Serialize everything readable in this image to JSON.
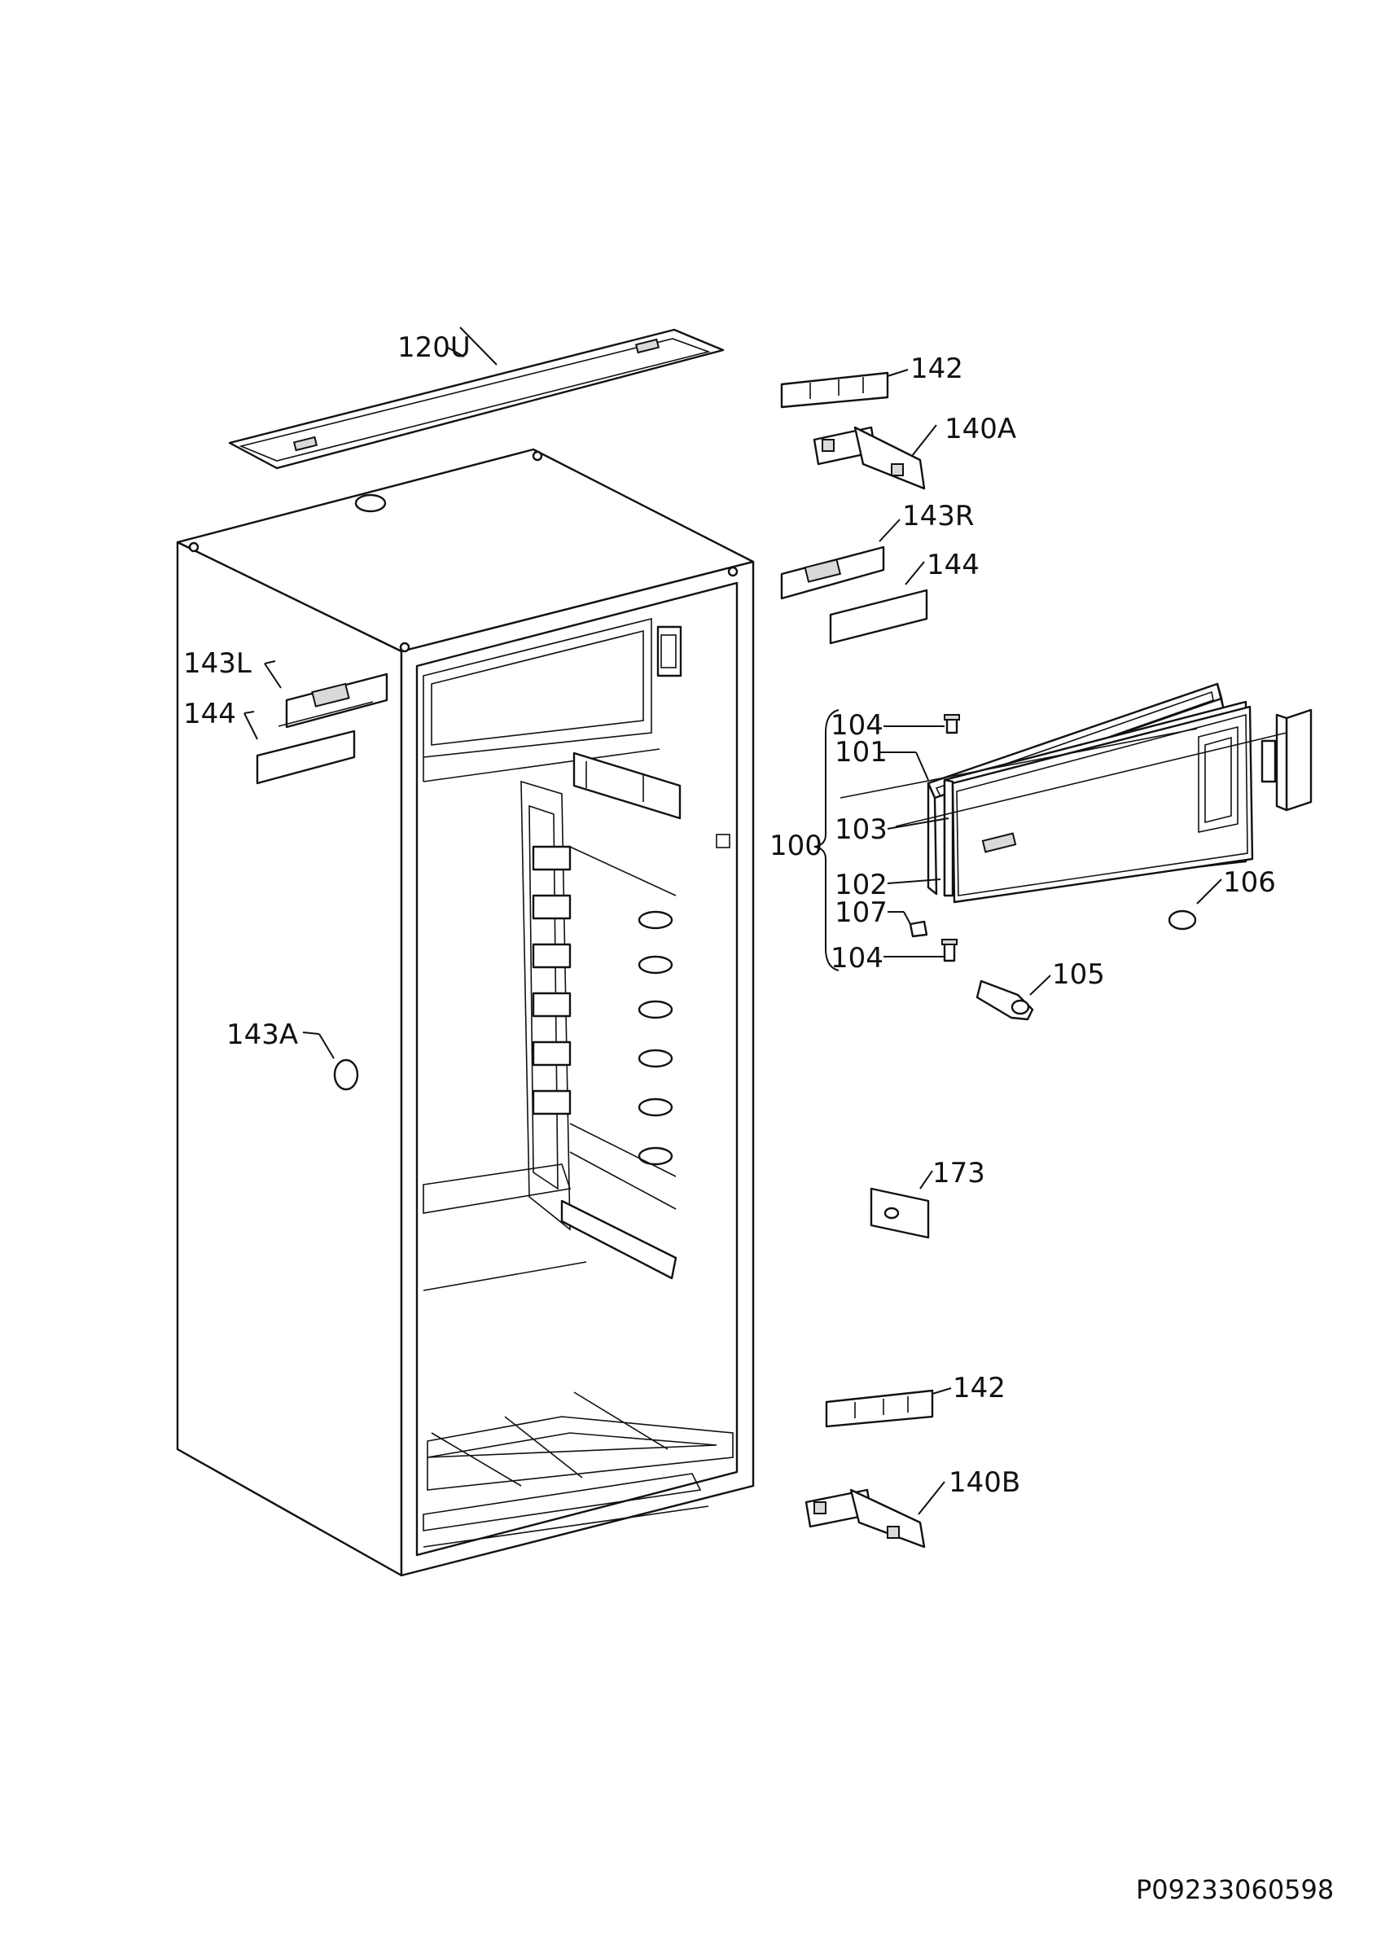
{
  "colors": {
    "ink": "#111111",
    "background": "#ffffff"
  },
  "labels": {
    "l120U": "120U",
    "l142_top": "142",
    "l140A": "140A",
    "l143R": "143R",
    "l144_right": "144",
    "l143L": "143L",
    "l144_left": "144",
    "l104_top": "104",
    "l101": "101",
    "l100": "100",
    "l103": "103",
    "l102": "102",
    "l107": "107",
    "l104_bottom": "104",
    "l106": "106",
    "l105": "105",
    "l143A": "143A",
    "l173": "173",
    "l142_bottom": "142",
    "l140B": "140B"
  },
  "drawing_code": "P09233060598"
}
